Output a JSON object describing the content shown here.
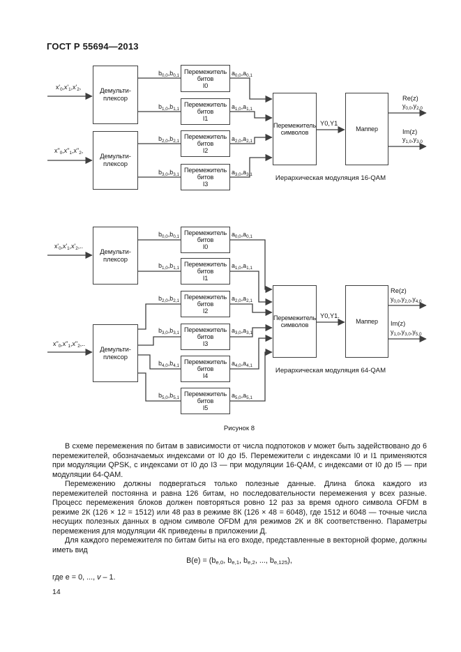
{
  "page": {
    "header": "ГОСТ Р 55694—2013",
    "figure_caption": "Рисунок 8",
    "page_number": "14"
  },
  "colors": {
    "ink": "#1a1a1a",
    "line": "#3e3e3e",
    "background": "#ffffff"
  },
  "fig16": {
    "caption": "Иерархическая модуляция 16-QAM",
    "inputs": [
      "x'~0~,x'~1~,x'~2~,",
      "x''~0~,x''~1~,x''~2~,"
    ],
    "demux": "Демульти-плексор",
    "b": [
      "b~0,0~,b~0,1~",
      "b~1,0~,b~1,1~",
      "b~2,0~,b~2,1~",
      "b~3,0~,b~3,1~"
    ],
    "il": [
      {
        "t": "Перемежитель битов",
        "id": "I0"
      },
      {
        "t": "Перемежитель битов",
        "id": "I1"
      },
      {
        "t": "Перемежитель битов",
        "id": "I2"
      },
      {
        "t": "Перемежитель битов",
        "id": "I3"
      }
    ],
    "a": [
      "a~0,0~,a~0,1~",
      "a~1,0~,a~1,1~",
      "a~2,0~,a~2,1~",
      "a~3,0~,a~3,1~"
    ],
    "sym": "Перемежитель символов",
    "y": "Y0,Y1",
    "mapper": "Маппер",
    "re": "Re(z)",
    "re_y": "y~0,0~,y~2,0~",
    "im": "Im(z)",
    "im_y": "y~1,0~,y~3,0~"
  },
  "fig64": {
    "caption": "Иерархическая модуляция 64-QAM",
    "inputs": [
      "x'~0~,x'~1~,x'~2~,..",
      "x''~0~,x''~1~,x''~2~,.."
    ],
    "demux": "Демульти-плексор",
    "b": [
      "b~0,0~,b~0,1~",
      "b~1,0~,b~1,1~",
      "b~2,0~,b~2,1~",
      "b~3,0~,b~3,1~",
      "b~4,0~,b~4,1~",
      "b~5,0~,b~5,1~"
    ],
    "il": [
      {
        "t": "Перемежитель битов",
        "id": "I0"
      },
      {
        "t": "Перемежитель битов",
        "id": "I1"
      },
      {
        "t": "Перемежитель битов",
        "id": "I2"
      },
      {
        "t": "Перемежитель битов",
        "id": "I3"
      },
      {
        "t": "Перемежитель битов",
        "id": "I4"
      },
      {
        "t": "Перемежитель битов",
        "id": "I5"
      }
    ],
    "a": [
      "a~0,0~,a~0,1~",
      "a~1,0~,a~1,1~",
      "a~2,0~,a~2,1~",
      "a~3,0~,a~3,1~",
      "a~4,0~,a~4,1~",
      "a~5,0~,a~5,1~"
    ],
    "sym": "Перемежитель символов",
    "y": "Y0,Y1.",
    "mapper": "Маппер",
    "re": "Re(z)",
    "re_y": "y~0,0~,y~2,0~,y~4,0~",
    "im": "Im(z)",
    "im_y": "y~1,0~,y~3,0~,y~5,0~"
  },
  "text": {
    "p1": "В схеме перемежения по битам в зависимости от числа подпотоков ^v^ может быть задействовано до 6 перемежителей, обозначаемых индексами от I0 до I5. Перемежители с индексами I0 и I1 применяются при модуляции QPSK, с индексами от I0 до I3 — при модуляции 16-QAM, с индексами от I0 до I5 — при модуляции 64-QAM.",
    "p2": "Перемежению должны подвергаться только полезные данные. Длина блока каждого из перемежителей постоянна и равна 126 битам, но последовательности перемежения у всех разные. Процесс перемежения блоков должен повторяться ровно 12 раз за время одного символа OFDM в режиме 2К (126 × 12 = 1512) или 48 раз в режиме 8К (126 × 48 = 6048), где 1512 и 6048 — точные числа несущих полезных данных в одном символе OFDM для режимов 2К и 8К соответственно. Параметры перемежения для модуляции 4К приведены в приложении Д.",
    "p3": "Для каждого перемежителя по битам биты на его входе, представленные в векторной форме, должны иметь вид",
    "formula": "B(e) = (b~e,0~, b~e,1~, b~e,2~, ..., b~e,125~),",
    "where": "где e = 0, ..., ^v^ – 1."
  }
}
